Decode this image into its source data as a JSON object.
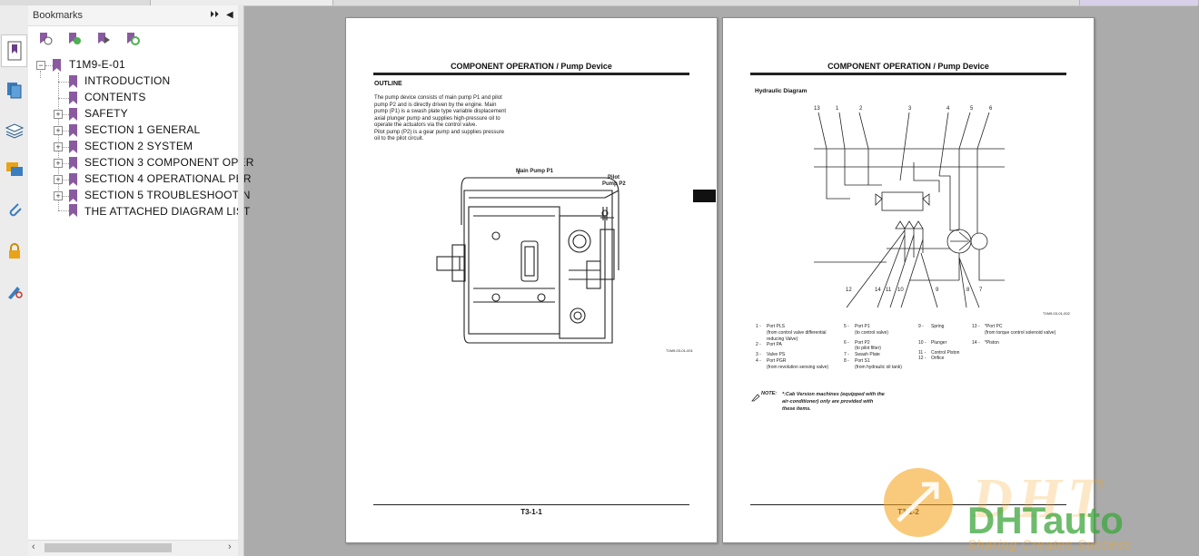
{
  "sidebar": {
    "header": "Bookmarks",
    "expand_glyph": "⏵⏵",
    "collapse_glyph": "◀",
    "tools": [
      "bookmark-options-icon",
      "new-bookmark-icon",
      "expand-bookmark-icon",
      "bookmark-tag-icon"
    ],
    "left_icons": [
      "bookmarks-panel-icon",
      "pages-panel-icon",
      "layers-panel-icon",
      "comments-panel-icon",
      "attachments-panel-icon",
      "security-panel-icon",
      "signatures-panel-icon"
    ],
    "root": "T1M9-E-01",
    "items": [
      {
        "label": "INTRODUCTION",
        "expandable": false
      },
      {
        "label": "CONTENTS",
        "expandable": false
      },
      {
        "label": "SAFETY",
        "expandable": true
      },
      {
        "label": "SECTION 1 GENERAL",
        "expandable": true
      },
      {
        "label": "SECTION 2 SYSTEM",
        "expandable": true
      },
      {
        "label": "SECTION 3 COMPONENT OPER",
        "expandable": true
      },
      {
        "label": "SECTION 4 OPERATIONAL PER",
        "expandable": true
      },
      {
        "label": "SECTION 5 TROUBLESHOOTIN",
        "expandable": true
      },
      {
        "label": "THE ATTACHED DIAGRAM LIST",
        "expandable": false
      }
    ],
    "accent": "#8a5aa0"
  },
  "page1": {
    "title": "COMPONENT OPERATION / Pump Device",
    "heading": "OUTLINE",
    "body": [
      "The pump device consists of main pump P1 and pilot",
      "pump P2 and is directly driven by the engine. Main",
      "pump (P1) is a swash plate type variable displacement",
      "axial plunger pump and supplies high-pressure oil to",
      "operate the actuators via the control valve.",
      "Pilot pump (P2) is a gear pump and supplies pressure",
      "oil to the pilot circuit."
    ],
    "label_main": "Main Pump P1",
    "label_pilot_1": "Pilot",
    "label_pilot_2": "Pump P2",
    "code": "T1M9-03-01-001",
    "page_number": "T3-1-1"
  },
  "page2": {
    "title": "COMPONENT OPERATION / Pump Device",
    "heading": "Hydraulic Diagram",
    "code": "T1M9-03-01-002",
    "top_callouts": [
      "13",
      "1",
      "2",
      "3",
      "4",
      "5",
      "6"
    ],
    "bottom_callouts": [
      "12",
      "14",
      "11",
      "10",
      "9",
      "8",
      "7"
    ],
    "legend": [
      [
        "1 -",
        "Port PLS"
      ],
      [
        "",
        "(from control valve differential"
      ],
      [
        "",
        "reducing Valve)"
      ],
      [
        "2 -",
        "Port PA"
      ],
      [
        "3 -",
        "Valve PS"
      ],
      [
        "4 -",
        "Port PGR"
      ],
      [
        "",
        "(from revolution sensing valve)"
      ]
    ],
    "legend2": [
      [
        "5 -",
        "Port P1"
      ],
      [
        "",
        "(to control valve)"
      ],
      [
        "6 -",
        "Port P2"
      ],
      [
        "",
        "(to pilot filter)"
      ],
      [
        "7 -",
        "Swash Plate"
      ],
      [
        "8 -",
        "Port S1"
      ],
      [
        "",
        "(from hydraulic oil tank)"
      ]
    ],
    "legend3": [
      [
        "9 -",
        "Spring"
      ],
      [
        "10 -",
        "Plunger"
      ],
      [
        "11 -",
        "Control Piston"
      ],
      [
        "12 -",
        "Orifice"
      ]
    ],
    "legend4": [
      [
        "13 -",
        "*Port PC"
      ],
      [
        "",
        "(from torque control solenoid valve)"
      ],
      [
        "14 -",
        "*Piston"
      ]
    ],
    "note_label": "NOTE:",
    "note_lines": [
      "*:Cab Version machines (equipped with the",
      "air-conditioner) only are provided with",
      "these items."
    ],
    "page_number": "T3-1-2"
  },
  "watermark": {
    "brand": "DHTauto",
    "tagline": "Sharing Creates Success",
    "accent": "#f5a623"
  }
}
